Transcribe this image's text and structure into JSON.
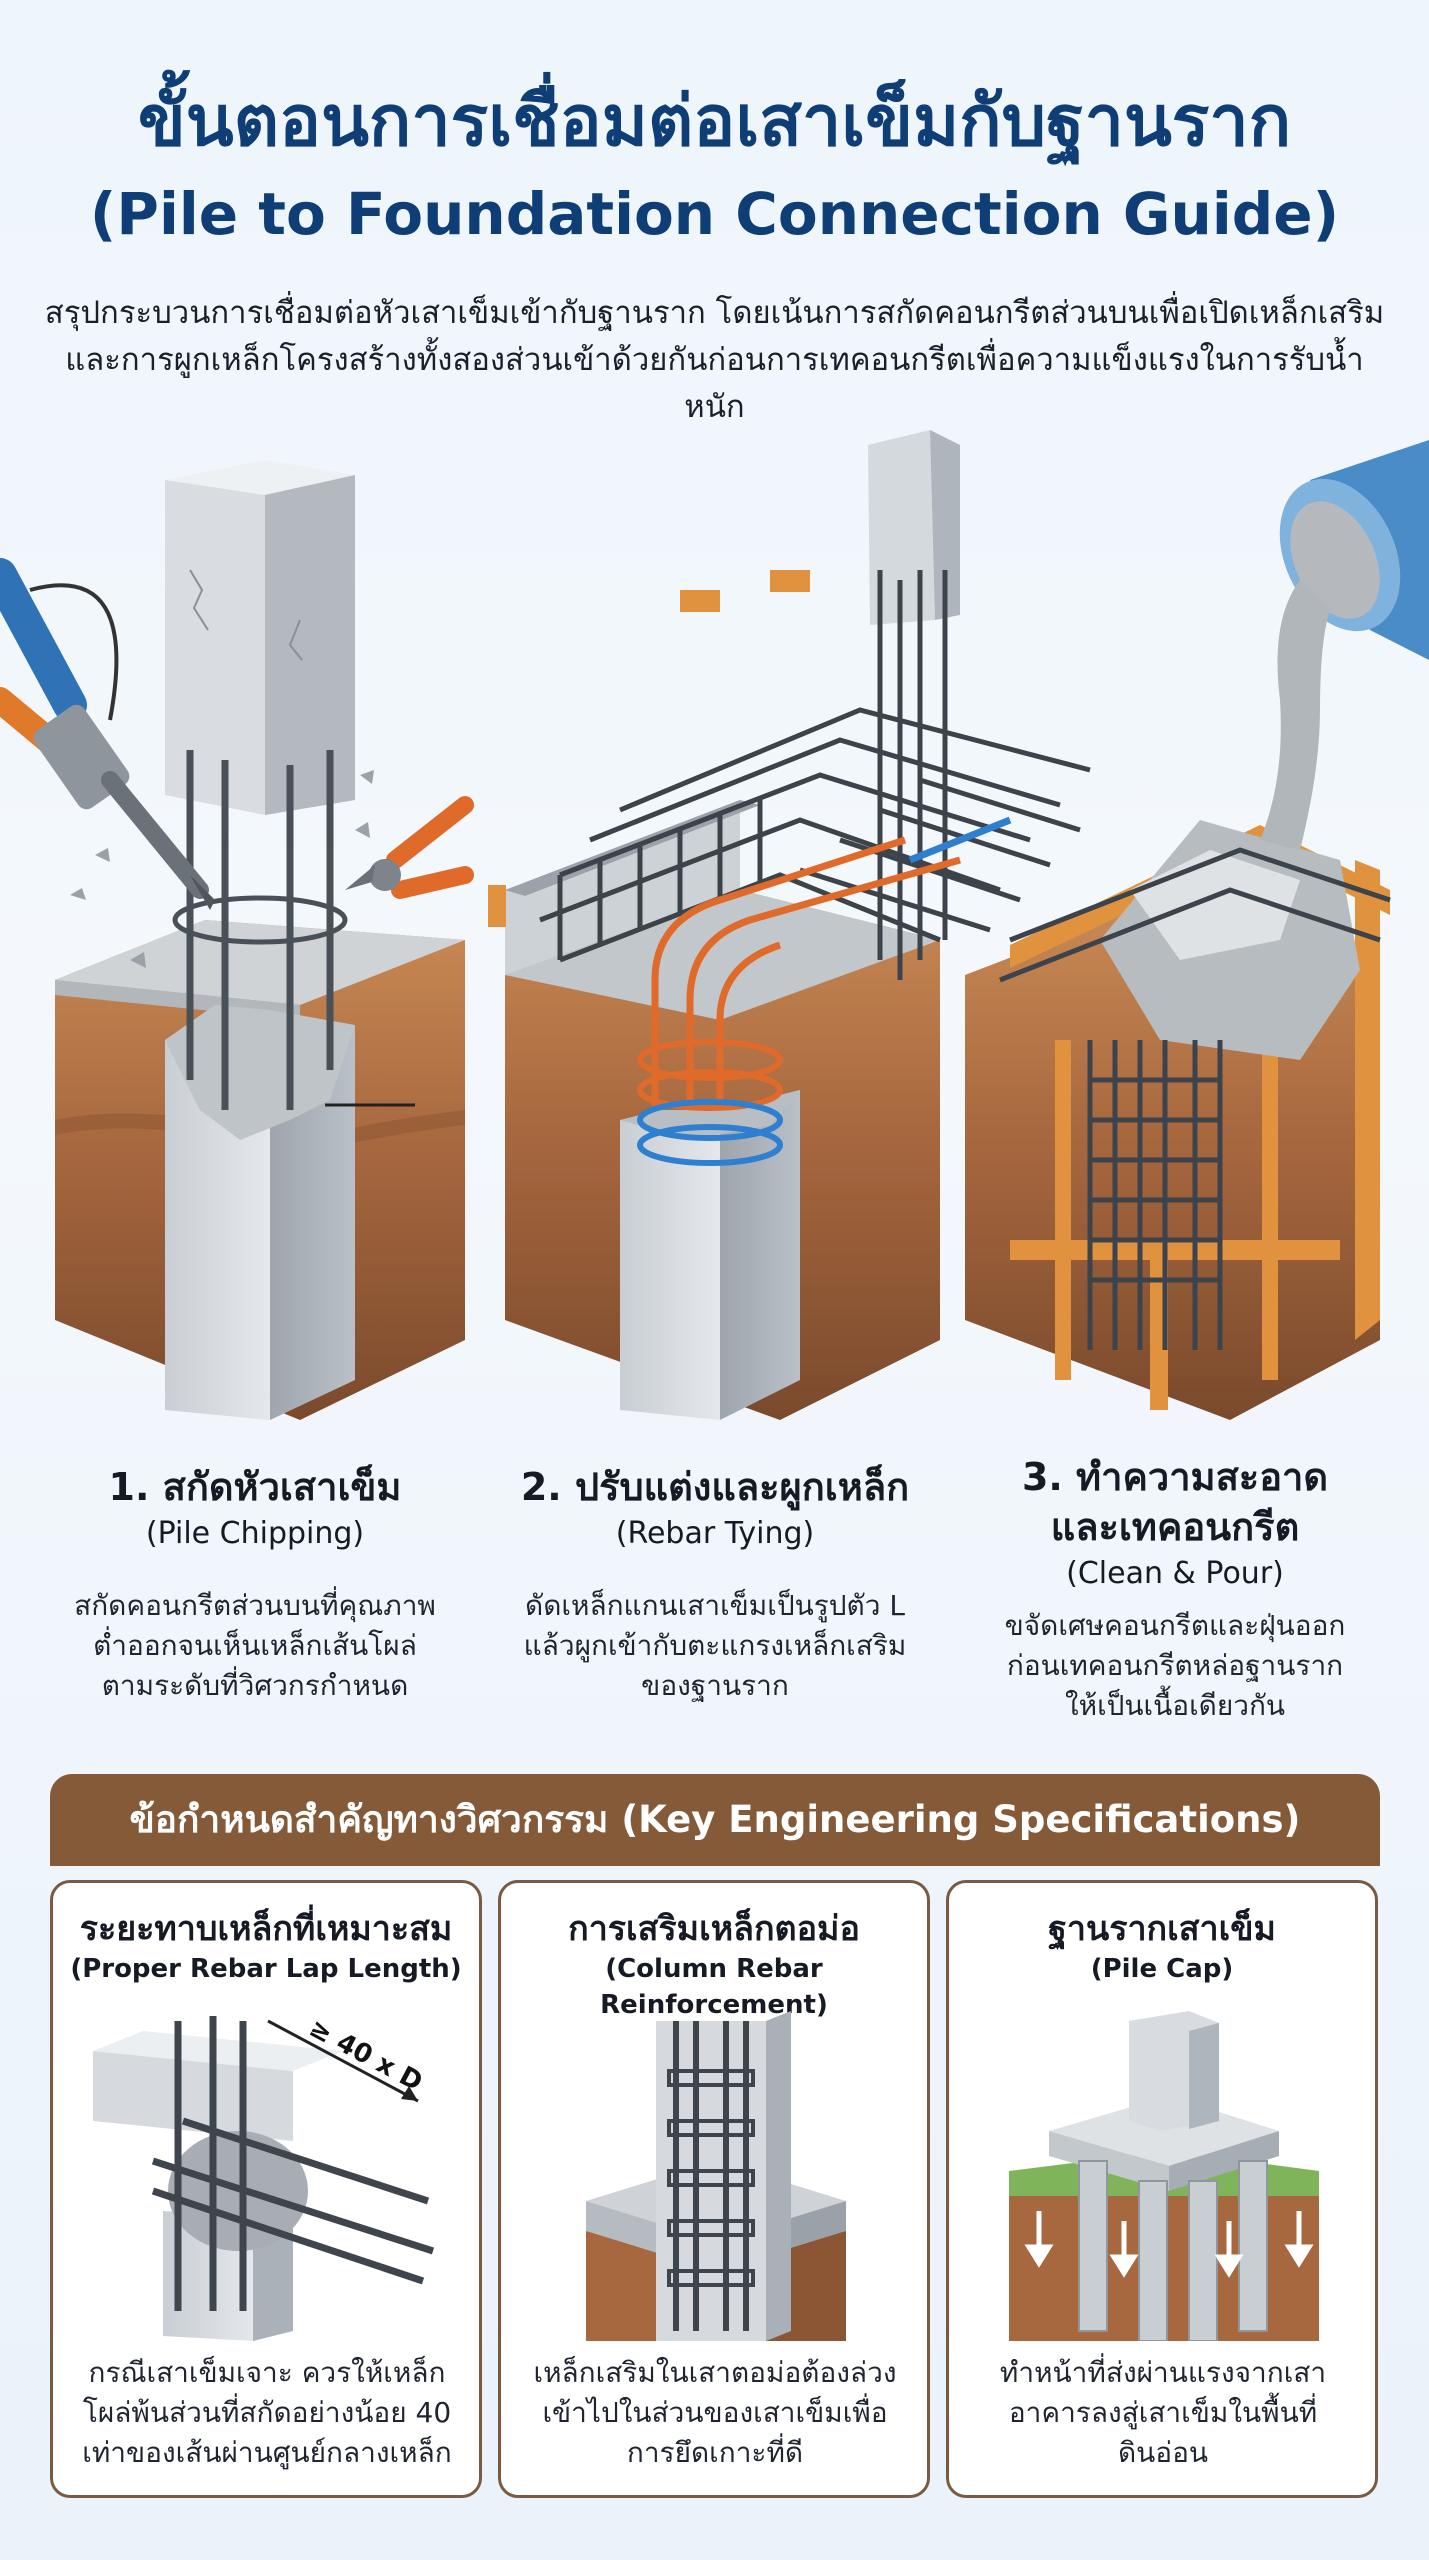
{
  "header": {
    "title": "ขั้นตอนการเชื่อมต่อเสาเข็มกับฐานราก",
    "subtitle": "(Pile to Foundation Connection Guide)",
    "intro_line1": "สรุปกระบวนการเชื่อมต่อหัวเสาเข็มเข้ากับฐานราก โดยเน้นการสกัดคอนกรีตส่วนบนเพื่อเปิดเหล็กเสริม",
    "intro_line2": "และการผูกเหล็กโครงสร้างทั้งสองส่วนเข้าด้วยกันก่อนการเทคอนกรีตเพื่อความแข็งแรงในการรับน้ำหนัก"
  },
  "steps": [
    {
      "title": "1. สกัดหัวเสาเข็ม",
      "title_en": "(Pile Chipping)",
      "desc": [
        "สกัดคอนกรีตส่วนบนที่คุณภาพ",
        "ต่ำออกจนเห็นเหล็กเส้นโผล่",
        "ตามระดับที่วิศวกรกำหนด"
      ]
    },
    {
      "title": "2. ปรับแต่งและผูกเหล็ก",
      "title_en": "(Rebar Tying)",
      "desc": [
        "ดัดเหล็กแกนเสาเข็มเป็นรูปตัว L",
        "แล้วผูกเข้ากับตะแกรงเหล็กเสริม",
        "ของฐานราก"
      ]
    },
    {
      "title_line1": "3. ทำความสะอาด",
      "title_line2": "และเทคอนกรีต",
      "title_en": "(Clean & Pour)",
      "desc": [
        "ขจัดเศษคอนกรีตและฝุ่นออก",
        "ก่อนเทคอนกรีตหล่อฐานราก",
        "ให้เป็นเนื้อเดียวกัน"
      ]
    }
  ],
  "specs": {
    "heading": "ข้อกำหนดสำคัญทางวิศวกรรม (Key Engineering Specifications)",
    "cards": [
      {
        "title": "ระยะทาบเหล็กที่เหมาะสม",
        "title_en": "(Proper Rebar Lap Length)",
        "figure_label": "≥ 40 x D",
        "desc": [
          "กรณีเสาเข็มเจาะ ควรให้เหล็ก",
          "โผล่พ้นส่วนที่สกัดอย่างน้อย 40",
          "เท่าของเส้นผ่านศูนย์กลางเหล็ก"
        ]
      },
      {
        "title": "การเสริมเหล็กตอม่อ",
        "title_en": "(Column Rebar Reinforcement)",
        "desc": [
          "เหล็กเสริมในเสาตอม่อต้องล่วง",
          "เข้าไปในส่วนของเสาเข็มเพื่อ",
          "การยึดเกาะที่ดี"
        ]
      },
      {
        "title": "ฐานรากเสาเข็ม",
        "title_en": "(Pile Cap)",
        "desc": [
          "ทำหน้าที่ส่งผ่านแรงจากเสา",
          "อาคารลงสู่เสาเข็มในพื้นที่",
          "ดินอ่อน"
        ]
      }
    ]
  },
  "colors": {
    "title": "#0e3e75",
    "spec_bar": "#855a38",
    "rebar_orange": "#e06a2a",
    "rebar_blue": "#2f7fd0",
    "formwork": "#e0923f",
    "soil": "#a8683f"
  }
}
